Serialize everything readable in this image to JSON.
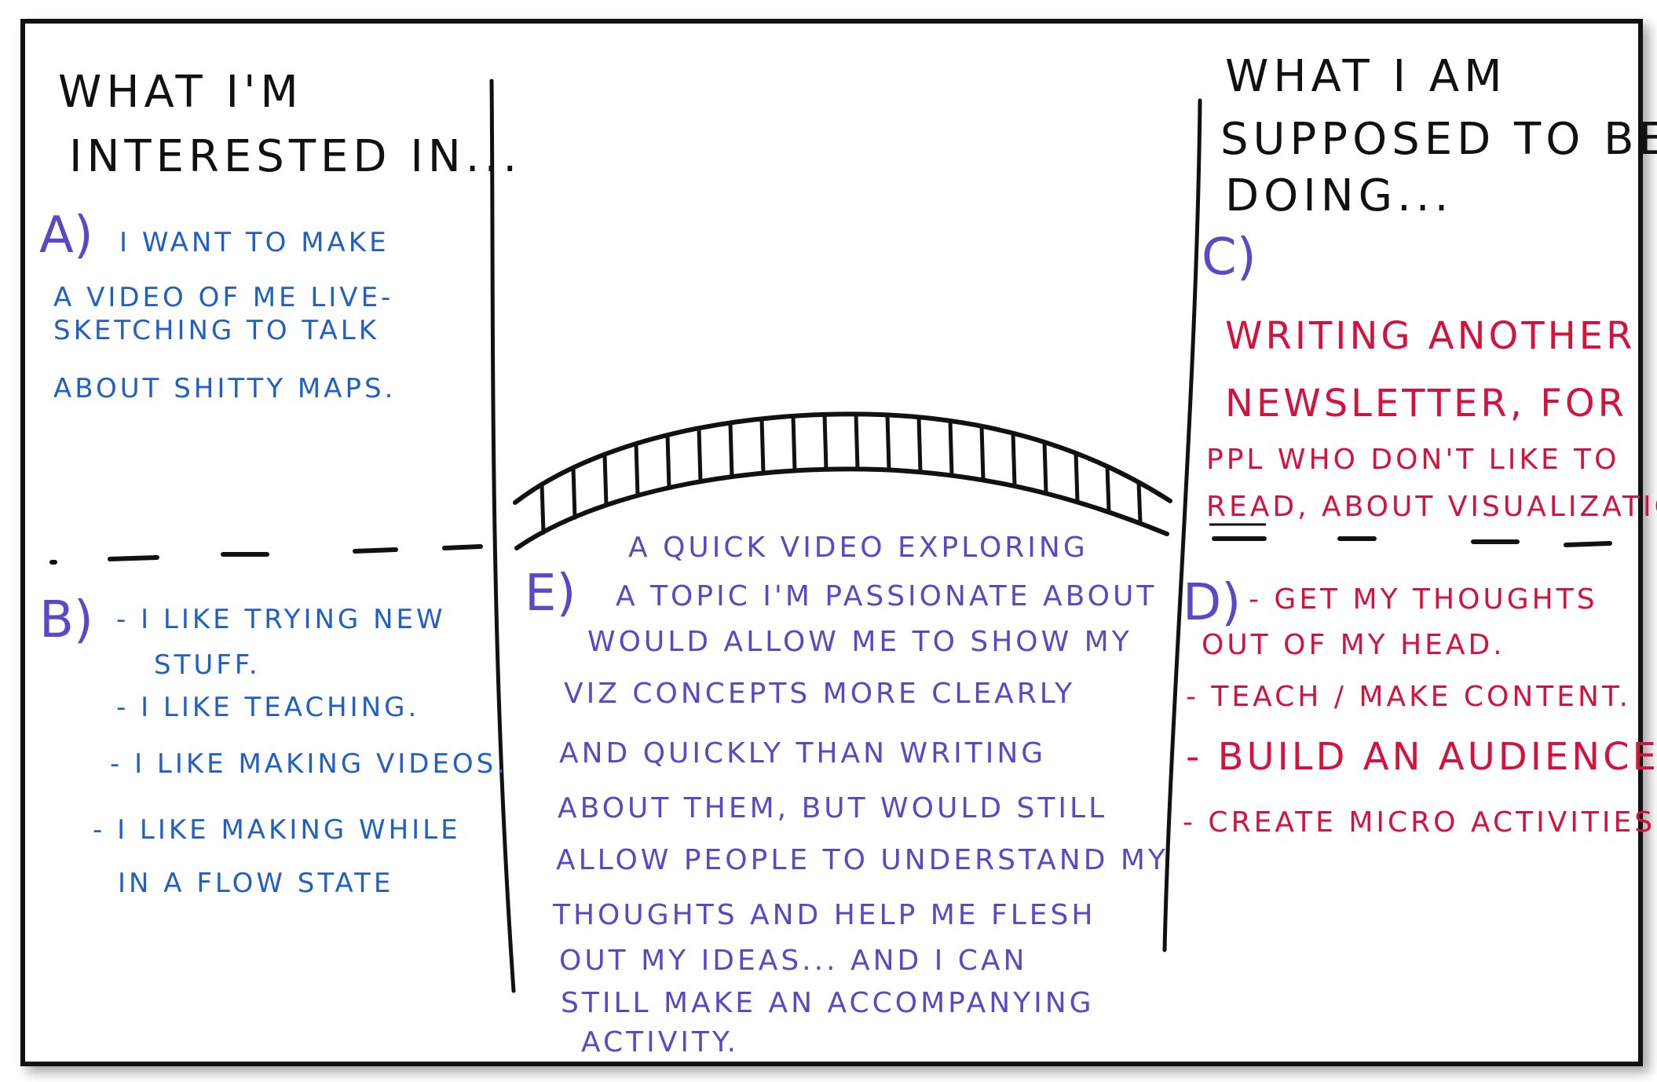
{
  "colors": {
    "ink": "#111111",
    "blue": "#1f5fc6",
    "purple": "#5b48c6",
    "red": "#d2133f"
  },
  "left": {
    "heading": [
      "WHAT I'M",
      "INTERESTED IN..."
    ],
    "a": {
      "marker": "A)",
      "lines": [
        "I WANT TO MAKE",
        "A VIDEO OF ME LIVE-",
        "SKETCHING TO TALK",
        "ABOUT SHITTY MAPS."
      ]
    },
    "b": {
      "marker": "B)",
      "lines": [
        "- I LIKE TRYING NEW",
        "STUFF.",
        "- I LIKE TEACHING.",
        "- I LIKE MAKING VIDEOS.",
        "- I LIKE MAKING WHILE",
        "IN A FLOW STATE"
      ]
    }
  },
  "right": {
    "heading": [
      "WHAT I AM",
      "SUPPOSED TO BE",
      "DOING..."
    ],
    "c": {
      "marker": "C)",
      "lines": [
        "WRITING ANOTHER",
        "NEWSLETTER, FOR",
        "PPL WHO DON'T LIKE TO",
        "READ, ABOUT VISUALIZATION."
      ]
    },
    "d": {
      "marker": "D)",
      "lines": [
        "- GET MY THOUGHTS",
        "OUT OF MY HEAD.",
        "- TEACH / MAKE CONTENT.",
        "- BUILD AN AUDIENCE.",
        "- CREATE MICRO ACTIVITIES."
      ]
    }
  },
  "center": {
    "e": {
      "marker": "E)",
      "lines": [
        "A QUICK VIDEO EXPLORING",
        "A TOPIC I'M PASSIONATE ABOUT",
        "WOULD ALLOW ME TO SHOW MY",
        "VIZ CONCEPTS MORE CLEARLY",
        "AND QUICKLY THAN WRITING",
        "ABOUT THEM, BUT WOULD STILL",
        "ALLOW PEOPLE TO UNDERSTAND MY",
        "THOUGHTS AND HELP ME FLESH",
        "OUT MY IDEAS... AND I CAN",
        "STILL MAKE AN ACCOMPANYING",
        "ACTIVITY."
      ]
    }
  }
}
